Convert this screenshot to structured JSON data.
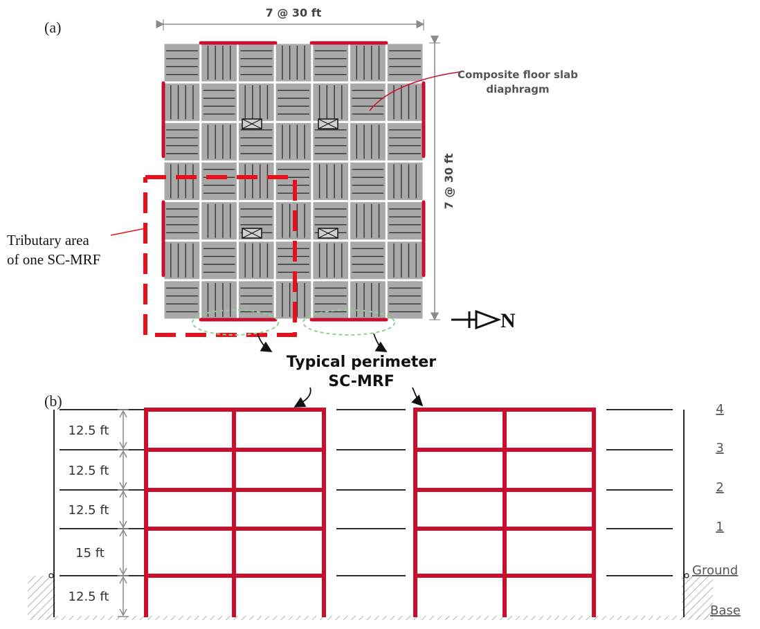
{
  "panel_a": {
    "label": "(a)",
    "dim_horizontal": "7 @ 30 ft",
    "dim_vertical": "7 @ 30 ft",
    "callout_slab": [
      "Composite floor slab",
      "diaphragm"
    ],
    "callout_tributary": [
      "Tributary area",
      "of one SC-MRF"
    ],
    "callout_perimeter": [
      "Typical perimeter",
      "SC-MRF"
    ],
    "north_label": "N"
  },
  "panel_b": {
    "label": "(b)",
    "story_heights": [
      "12.5 ft",
      "12.5 ft",
      "12.5 ft",
      "15 ft",
      "12.5 ft"
    ],
    "level_labels": [
      "4",
      "3",
      "2",
      "1",
      "Ground",
      "Base"
    ]
  },
  "colors": {
    "frame_red": "#c8102e",
    "dashed_red": "#e8101a",
    "slab_gray": "#a9a9a9",
    "dim_gray": "#8a8a8a",
    "green_dashed": "#8fd18f"
  }
}
